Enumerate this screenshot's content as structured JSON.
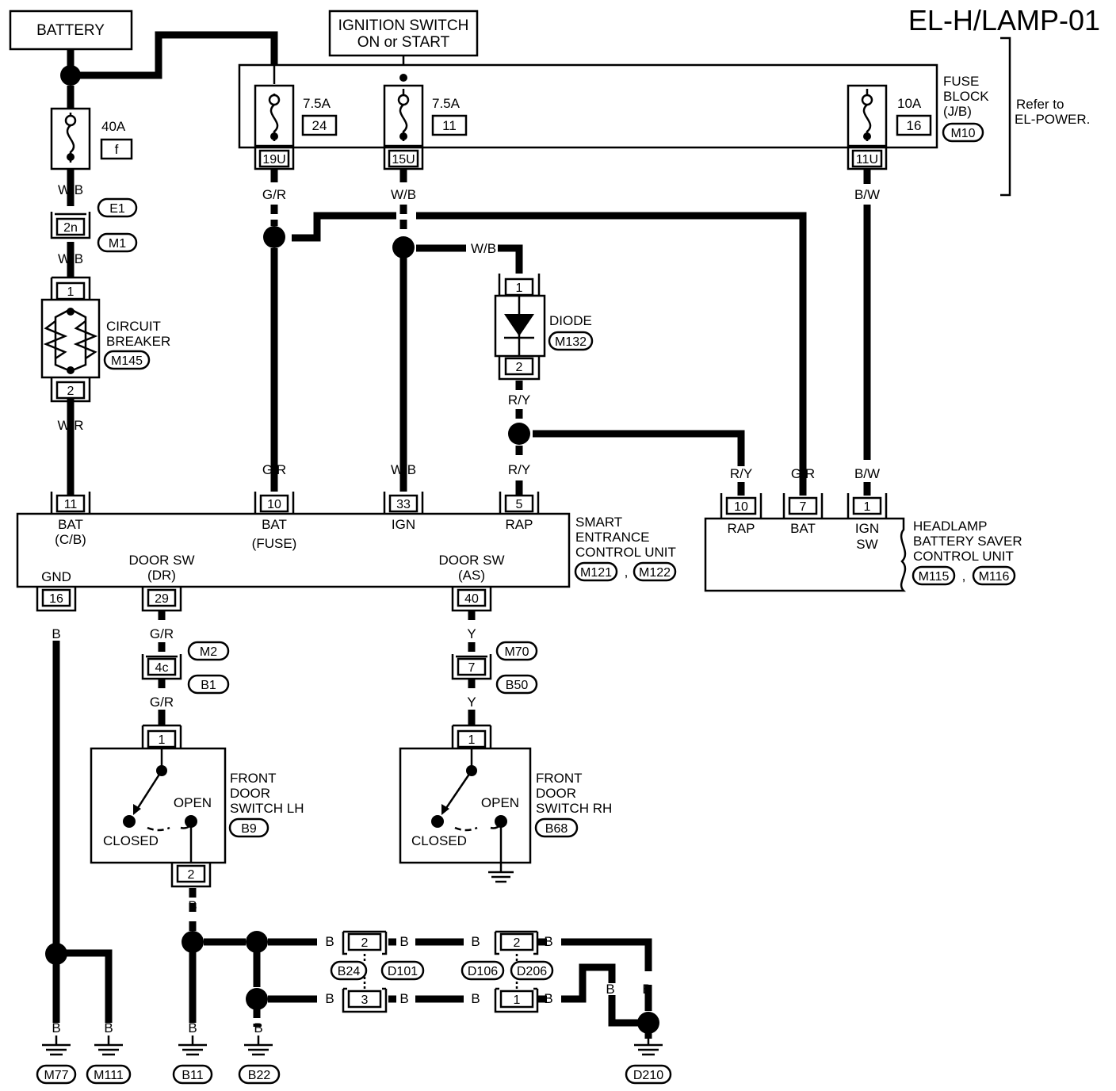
{
  "page_code": "EL-H/LAMP-01",
  "battery": "BATTERY",
  "ignition": {
    "line1": "IGNITION SWITCH",
    "line2": "ON or START"
  },
  "fuse_block": {
    "label": [
      "FUSE",
      "BLOCK",
      "(J/B)"
    ],
    "connector": "M10",
    "refer": [
      "Refer to",
      "EL-POWER."
    ],
    "fuses": [
      {
        "rating": "7.5A",
        "number": "24",
        "terminal": "19U"
      },
      {
        "rating": "7.5A",
        "number": "11",
        "terminal": "15U"
      },
      {
        "rating": "10A",
        "number": "16",
        "terminal": "11U"
      }
    ]
  },
  "fusible_link": {
    "rating": "40A",
    "id": "f"
  },
  "joint_connector": {
    "pin": "2n",
    "connectors": [
      "E1",
      "M1"
    ]
  },
  "circuit_breaker": {
    "label": [
      "CIRCUIT",
      "BREAKER"
    ],
    "connector": "M145",
    "pins": [
      "1",
      "2"
    ]
  },
  "diode": {
    "label": "DIODE",
    "connector": "M132",
    "pins": [
      "1",
      "2"
    ]
  },
  "wires": {
    "wb": "W/B",
    "wr": "W/R",
    "gr": "G/R",
    "ry": "R/Y",
    "bw": "B/W",
    "b": "B",
    "y": "Y"
  },
  "smart_unit": {
    "label": [
      "SMART",
      "ENTRANCE",
      "CONTROL UNIT"
    ],
    "connectors": [
      "M121",
      "M122"
    ],
    "separator": ",",
    "terminals": [
      {
        "pin": "11",
        "name": [
          "BAT",
          "(C/B)"
        ]
      },
      {
        "pin": "10",
        "name": [
          "BAT",
          "(FUSE)"
        ]
      },
      {
        "pin": "33",
        "name": [
          "IGN"
        ]
      },
      {
        "pin": "5",
        "name": [
          "RAP"
        ]
      },
      {
        "pin": "16",
        "name": [
          "GND"
        ]
      },
      {
        "pin": "29",
        "name": [
          "DOOR SW",
          "(DR)"
        ]
      },
      {
        "pin": "40",
        "name": [
          "DOOR SW",
          "(AS)"
        ]
      }
    ]
  },
  "headlamp_unit": {
    "label": [
      "HEADLAMP",
      "BATTERY SAVER",
      "CONTROL UNIT"
    ],
    "connectors": [
      "M115",
      "M116"
    ],
    "terminals": [
      {
        "pin": "10",
        "name": [
          "RAP"
        ]
      },
      {
        "pin": "7",
        "name": [
          "BAT"
        ]
      },
      {
        "pin": "1",
        "name": [
          "IGN",
          "SW"
        ]
      }
    ]
  },
  "lh_connector": {
    "pin": "4c",
    "connectors": [
      "M2",
      "B1"
    ]
  },
  "rh_connector": {
    "pin": "7",
    "connectors": [
      "M70",
      "B50"
    ]
  },
  "door_lh": {
    "label": [
      "FRONT",
      "DOOR",
      "SWITCH LH"
    ],
    "connector": "B9",
    "pins": [
      "1",
      "2"
    ],
    "open": "OPEN",
    "closed": "CLOSED"
  },
  "door_rh": {
    "label": [
      "FRONT",
      "DOOR",
      "SWITCH RH"
    ],
    "connector": "B68",
    "pins": [
      "1"
    ],
    "open": "OPEN",
    "closed": "CLOSED"
  },
  "ground_connectors": {
    "upper_pin": "2",
    "lower_pin": "3",
    "upper_pin_r": "2",
    "lower_pin_r": "1",
    "labels": [
      "B24",
      "D101",
      "D106",
      "D206"
    ]
  },
  "grounds": [
    "M77",
    "M111",
    "B11",
    "B22",
    "D210"
  ]
}
